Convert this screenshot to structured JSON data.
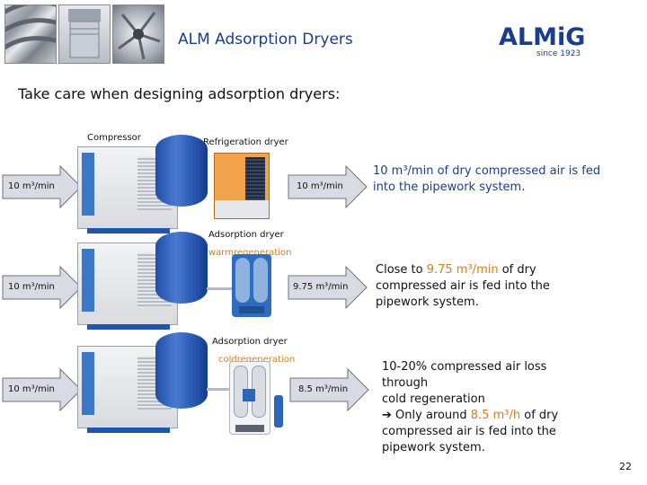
{
  "header": {
    "title": "ALM Adsorption Dryers",
    "logo": {
      "text": "ALMiG",
      "tagline": "since 1923"
    }
  },
  "subtitle": "Take care when designing adsorption dryers:",
  "rows": [
    {
      "top_label": "Compressor",
      "dryer_label": "Refrigeration dryer",
      "dryer_sub": "",
      "input_flow": "10 m³/min",
      "output_flow": "10 m³/min",
      "text_parts": [
        {
          "text": "10 m³/min",
          "highlight": true
        },
        {
          "text": " of dry compressed air is fed into the pipework system.",
          "highlight": false
        }
      ]
    },
    {
      "dryer_label": "Adsorption dryer",
      "dryer_sub_highlight": "warm",
      "dryer_sub": "regeneration",
      "input_flow": "10 m³/min",
      "output_flow": "9.75 m³/min",
      "text_parts": [
        {
          "text": "Close to ",
          "highlight": false
        },
        {
          "text": "9.75 m³/min",
          "highlight": true
        },
        {
          "text": " of dry compressed air is fed into the pipework system.",
          "highlight": false
        }
      ]
    },
    {
      "dryer_label": "Adsorption dryer",
      "dryer_sub_highlight": "cold",
      "dryer_sub": "regeneration",
      "input_flow": "10 m³/min",
      "output_flow": "8.5 m³/min",
      "text_line1": "10-20% compressed air loss",
      "text_line2": "through",
      "text_line3": "cold regeneration",
      "text_arrow": "➔",
      "text_parts": [
        {
          "text": " Only around ",
          "highlight": false
        },
        {
          "text": "8.5 m³/h",
          "highlight": true
        },
        {
          "text": " of dry compressed air is fed into the pipework system.",
          "highlight": false
        }
      ]
    }
  ],
  "page_number": "22"
}
